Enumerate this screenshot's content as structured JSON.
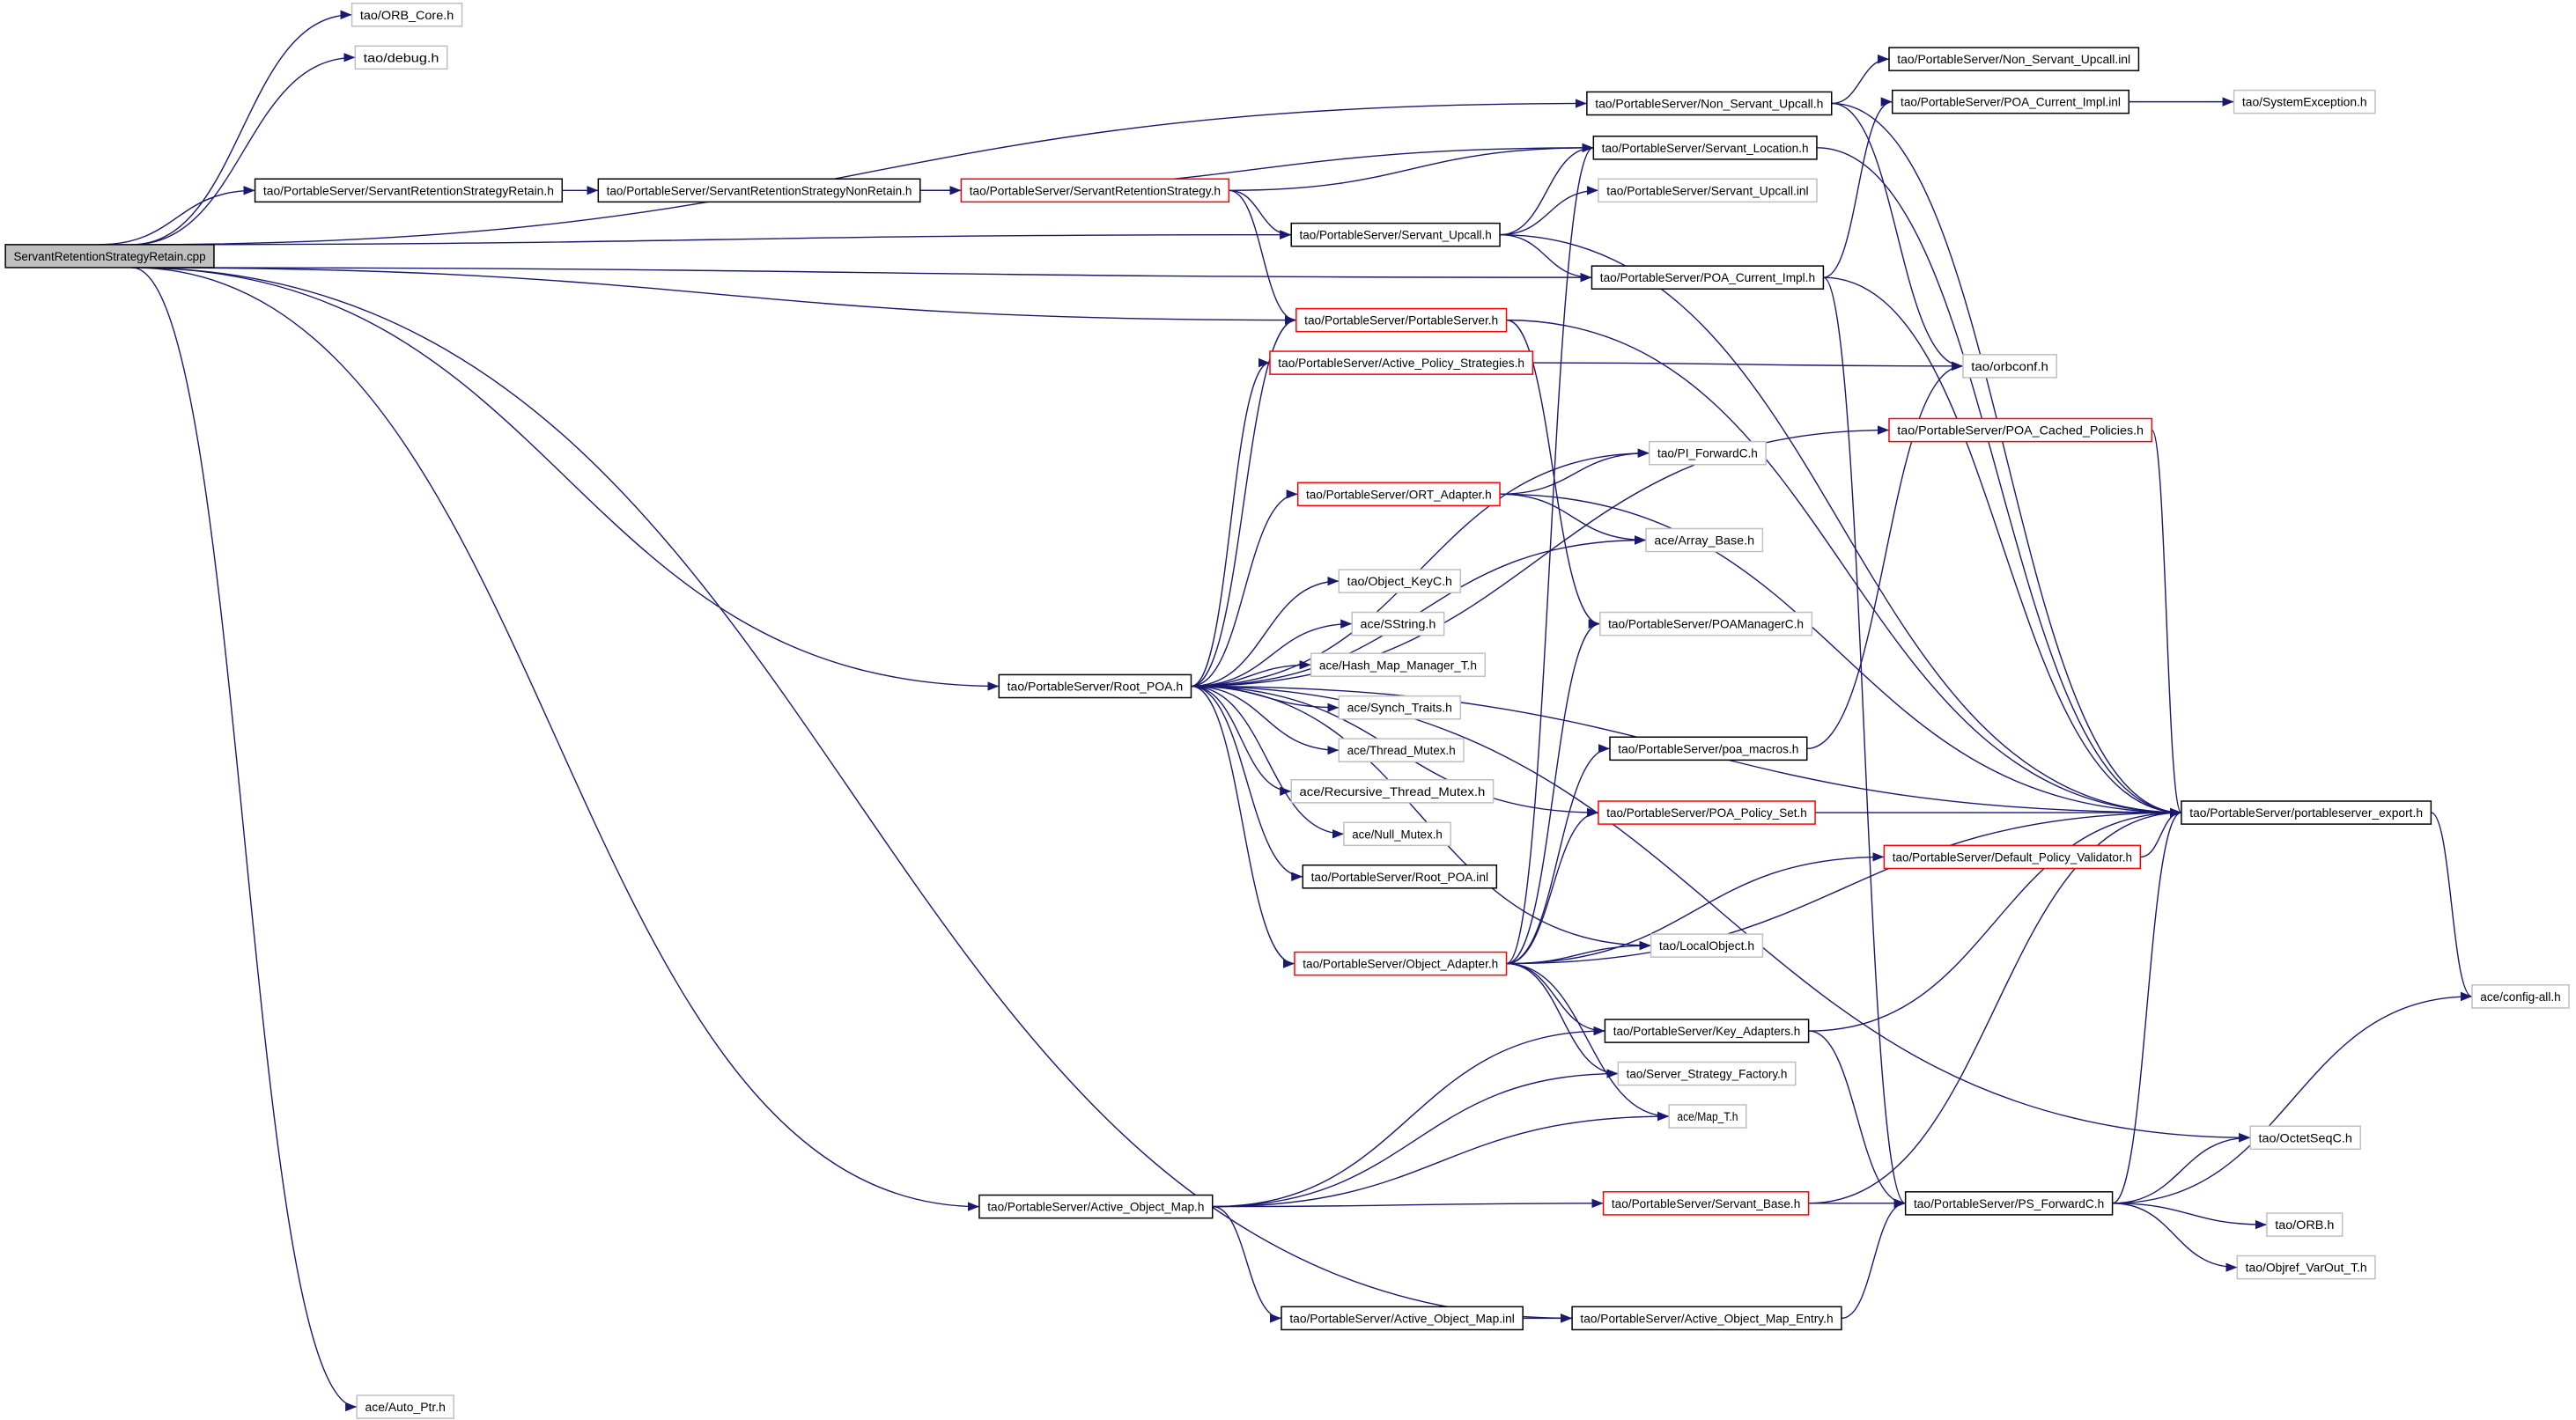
{
  "diagram": {
    "type": "include-dependency-graph",
    "colors": {
      "edge": "#191970",
      "root_fill": "#bfbfbf",
      "normal_border": "#000000",
      "truncated_border": "#ff0000",
      "external_border": "#bfbfbf"
    },
    "nodes": [
      {
        "label": "ServantRetentionStrategyRetain.cpp",
        "kind": "root"
      },
      {
        "label": "tao/ORB_Core.h",
        "kind": "external"
      },
      {
        "label": "tao/debug.h",
        "kind": "external"
      },
      {
        "label": "tao/PortableServer/ServantRetentionStrategyRetain.h",
        "kind": "normal"
      },
      {
        "label": "tao/PortableServer/ServantRetentionStrategyNonRetain.h",
        "kind": "normal"
      },
      {
        "label": "tao/PortableServer/ServantRetentionStrategy.h",
        "kind": "truncated"
      },
      {
        "label": "tao/PortableServer/Non_Servant_Upcall.h",
        "kind": "normal"
      },
      {
        "label": "tao/PortableServer/Non_Servant_Upcall.inl",
        "kind": "normal"
      },
      {
        "label": "tao/PortableServer/POA_Current_Impl.inl",
        "kind": "normal"
      },
      {
        "label": "tao/SystemException.h",
        "kind": "external"
      },
      {
        "label": "tao/PortableServer/Servant_Location.h",
        "kind": "normal"
      },
      {
        "label": "tao/PortableServer/Servant_Upcall.inl",
        "kind": "external"
      },
      {
        "label": "tao/PortableServer/Servant_Upcall.h",
        "kind": "normal"
      },
      {
        "label": "tao/PortableServer/POA_Current_Impl.h",
        "kind": "normal"
      },
      {
        "label": "tao/PortableServer/PortableServer.h",
        "kind": "truncated"
      },
      {
        "label": "tao/PortableServer/Active_Policy_Strategies.h",
        "kind": "truncated"
      },
      {
        "label": "tao/orbconf.h",
        "kind": "external"
      },
      {
        "label": "tao/PortableServer/POA_Cached_Policies.h",
        "kind": "truncated"
      },
      {
        "label": "tao/PI_ForwardC.h",
        "kind": "external"
      },
      {
        "label": "tao/PortableServer/ORT_Adapter.h",
        "kind": "truncated"
      },
      {
        "label": "ace/Array_Base.h",
        "kind": "external"
      },
      {
        "label": "tao/Object_KeyC.h",
        "kind": "external"
      },
      {
        "label": "ace/SString.h",
        "kind": "external"
      },
      {
        "label": "ace/Hash_Map_Manager_T.h",
        "kind": "external"
      },
      {
        "label": "tao/PortableServer/Root_POA.h",
        "kind": "normal"
      },
      {
        "label": "tao/PortableServer/POAManagerC.h",
        "kind": "external"
      },
      {
        "label": "ace/Synch_Traits.h",
        "kind": "external"
      },
      {
        "label": "ace/Thread_Mutex.h",
        "kind": "external"
      },
      {
        "label": "tao/PortableServer/poa_macros.h",
        "kind": "normal"
      },
      {
        "label": "ace/Recursive_Thread_Mutex.h",
        "kind": "external"
      },
      {
        "label": "ace/Null_Mutex.h",
        "kind": "external"
      },
      {
        "label": "tao/PortableServer/POA_Policy_Set.h",
        "kind": "truncated"
      },
      {
        "label": "tao/PortableServer/portableserver_export.h",
        "kind": "normal"
      },
      {
        "label": "tao/PortableServer/Default_Policy_Validator.h",
        "kind": "truncated"
      },
      {
        "label": "tao/PortableServer/Root_POA.inl",
        "kind": "normal"
      },
      {
        "label": "tao/PortableServer/Object_Adapter.h",
        "kind": "truncated"
      },
      {
        "label": "tao/LocalObject.h",
        "kind": "external"
      },
      {
        "label": "ace/config-all.h",
        "kind": "external"
      },
      {
        "label": "tao/PortableServer/Key_Adapters.h",
        "kind": "normal"
      },
      {
        "label": "tao/Server_Strategy_Factory.h",
        "kind": "external"
      },
      {
        "label": "ace/Map_T.h",
        "kind": "external"
      },
      {
        "label": "tao/OctetSeqC.h",
        "kind": "external"
      },
      {
        "label": "tao/PortableServer/Active_Object_Map.h",
        "kind": "normal"
      },
      {
        "label": "tao/PortableServer/Servant_Base.h",
        "kind": "truncated"
      },
      {
        "label": "tao/PortableServer/PS_ForwardC.h",
        "kind": "normal"
      },
      {
        "label": "tao/ORB.h",
        "kind": "external"
      },
      {
        "label": "tao/Objref_VarOut_T.h",
        "kind": "external"
      },
      {
        "label": "tao/PortableServer/Active_Object_Map.inl",
        "kind": "normal"
      },
      {
        "label": "tao/PortableServer/Active_Object_Map_Entry.h",
        "kind": "normal"
      },
      {
        "label": "ace/Auto_Ptr.h",
        "kind": "external"
      }
    ],
    "edges": [
      [
        0,
        1
      ],
      [
        0,
        2
      ],
      [
        0,
        3
      ],
      [
        0,
        6
      ],
      [
        0,
        12
      ],
      [
        0,
        13
      ],
      [
        0,
        14
      ],
      [
        0,
        24
      ],
      [
        0,
        42
      ],
      [
        0,
        48
      ],
      [
        0,
        49
      ],
      [
        3,
        4
      ],
      [
        4,
        5
      ],
      [
        4,
        10
      ],
      [
        5,
        10
      ],
      [
        5,
        14
      ],
      [
        5,
        12
      ],
      [
        6,
        7
      ],
      [
        6,
        16
      ],
      [
        6,
        32
      ],
      [
        10,
        32
      ],
      [
        12,
        10
      ],
      [
        12,
        11
      ],
      [
        12,
        13
      ],
      [
        12,
        32
      ],
      [
        13,
        8
      ],
      [
        13,
        32
      ],
      [
        13,
        44
      ],
      [
        8,
        9
      ],
      [
        14,
        32
      ],
      [
        14,
        25
      ],
      [
        15,
        16
      ],
      [
        17,
        32
      ],
      [
        24,
        14
      ],
      [
        24,
        15
      ],
      [
        24,
        17
      ],
      [
        24,
        18
      ],
      [
        24,
        19
      ],
      [
        24,
        20
      ],
      [
        24,
        21
      ],
      [
        24,
        22
      ],
      [
        24,
        23
      ],
      [
        24,
        26
      ],
      [
        24,
        27
      ],
      [
        24,
        29
      ],
      [
        24,
        30
      ],
      [
        24,
        34
      ],
      [
        24,
        35
      ],
      [
        24,
        36
      ],
      [
        24,
        32
      ],
      [
        24,
        31
      ],
      [
        24,
        41
      ],
      [
        19,
        18
      ],
      [
        19,
        20
      ],
      [
        19,
        32
      ],
      [
        35,
        25
      ],
      [
        35,
        28
      ],
      [
        35,
        31
      ],
      [
        35,
        33
      ],
      [
        35,
        32
      ],
      [
        35,
        36
      ],
      [
        35,
        38
      ],
      [
        35,
        39
      ],
      [
        35,
        40
      ],
      [
        35,
        10
      ],
      [
        28,
        16
      ],
      [
        31,
        32
      ],
      [
        33,
        32
      ],
      [
        32,
        37
      ],
      [
        38,
        32
      ],
      [
        38,
        44
      ],
      [
        42,
        38
      ],
      [
        42,
        39
      ],
      [
        42,
        40
      ],
      [
        42,
        43
      ],
      [
        42,
        47
      ],
      [
        43,
        44
      ],
      [
        43,
        32
      ],
      [
        44,
        41
      ],
      [
        44,
        45
      ],
      [
        44,
        46
      ],
      [
        44,
        37
      ],
      [
        44,
        32
      ],
      [
        47,
        48
      ],
      [
        48,
        44
      ]
    ]
  }
}
